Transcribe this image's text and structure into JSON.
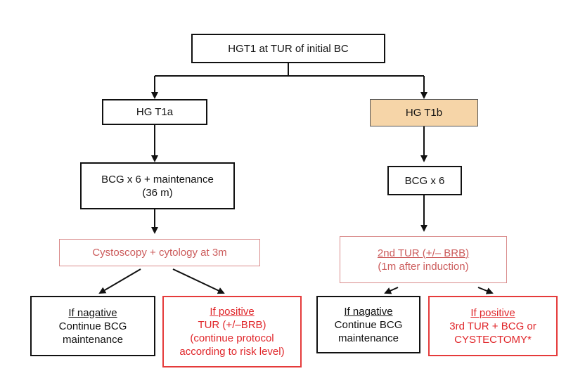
{
  "colors": {
    "black": "#111111",
    "pink_border": "#d98a8a",
    "pink_text": "#cc5c5c",
    "red": "#e0262a",
    "highlight_fill": "#f6d5a8"
  },
  "nodes": {
    "root": {
      "text": "HGT1 at TUR of initial BC"
    },
    "t1a": {
      "text": "HG T1a"
    },
    "t1b": {
      "text": "HG T1b"
    },
    "bcg_maint": {
      "line1": "BCG x 6 + maintenance",
      "line2": "(36 m)"
    },
    "bcg6": {
      "text": "BCG x 6"
    },
    "cysto": {
      "text": "Cystoscopy + cytology at 3m"
    },
    "second_tur": {
      "line1": "2nd TUR (+/– BRB)",
      "line2": "(1m after induction)"
    },
    "neg_left": {
      "title": "If nagative",
      "line1": "Continue BCG",
      "line2": "maintenance"
    },
    "pos_left": {
      "title": "If positive",
      "line1": "TUR (+/–BRB)",
      "line2": "(continue protocol",
      "line3": "according to risk level)"
    },
    "neg_right": {
      "title": "If nagative",
      "line1": "Continue BCG",
      "line2": "maintenance"
    },
    "pos_right": {
      "title": "If positive",
      "line1": "3rd TUR + BCG or",
      "line2": "CYSTECTOMY*"
    }
  }
}
